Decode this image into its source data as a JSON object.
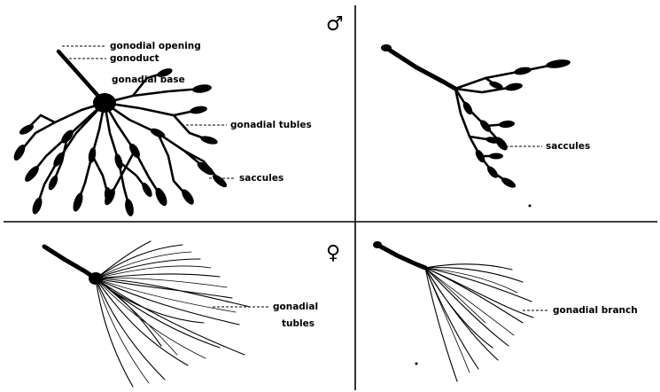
{
  "symbols": {
    "male": "♂",
    "female": "♀"
  },
  "labels": {
    "gonadial_opening": "gonodial opening",
    "gonoduct": "gonoduct",
    "gonadial_base": "gonadial base",
    "gonadial_tubles_male": "gonadial tubles",
    "saccules_male_left": "saccules",
    "saccules_male_right": "saccules",
    "gonadial_tubles_female_1": "gonadial",
    "gonadial_tubles_female_2": "tubles",
    "gonadial_branch": "gonadial branch"
  }
}
